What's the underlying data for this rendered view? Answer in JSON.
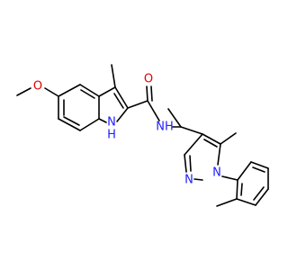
{
  "colors": {
    "carbon": "#000000",
    "oxygen": "#e00000",
    "nitrogen": "#2020ff"
  },
  "labels": {
    "o_methoxy": "O",
    "o_carbonyl": "O",
    "nh_amide": "NH",
    "n_indole": "N",
    "h_indole": "H",
    "n_pyrazole_2": "N",
    "n_pyrazole_1": "N"
  }
}
